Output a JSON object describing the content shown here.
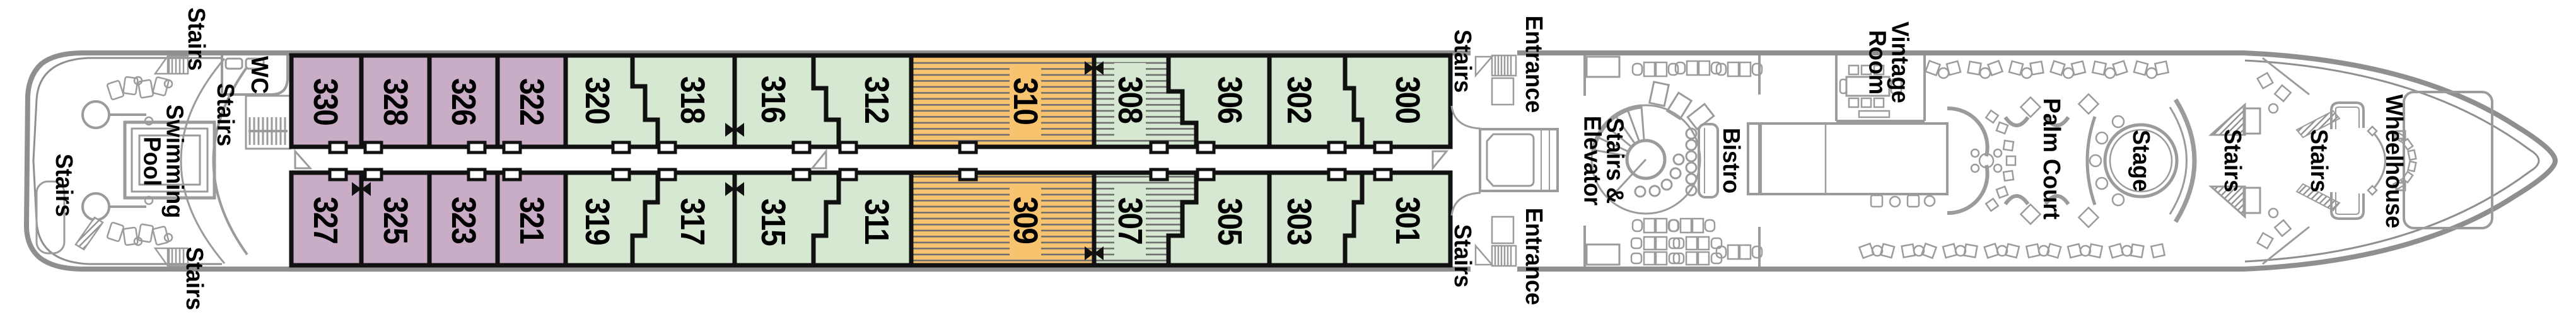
{
  "diagram_type": "cruise-ship deck plan, side rows of numbered staterooms with public rooms",
  "labels": {
    "stairs": "Stairs",
    "wc": "WC",
    "swimming_pool": "Swimming Pool",
    "entrance": "Entrance",
    "stairs_elevator": "Stairs & Elevator",
    "bistro": "Bistro",
    "vintage_room": "Vintage Room",
    "palm_court": "Palm Court",
    "stage": "Stage",
    "wheelhouse": "Wheelhouse"
  },
  "cabins": {
    "port_row": [
      "330",
      "328",
      "326",
      "322",
      "320",
      "318",
      "316",
      "312",
      "310",
      "308",
      "306",
      "302",
      "300"
    ],
    "starboard_row": [
      "327",
      "325",
      "323",
      "321",
      "319",
      "317",
      "315",
      "311",
      "309",
      "307",
      "305",
      "303",
      "301"
    ]
  },
  "cabin_categories": {
    "purple": [
      "330",
      "328",
      "326",
      "322",
      "327",
      "325",
      "323",
      "321"
    ],
    "green": [
      "320",
      "318",
      "316",
      "312",
      "306",
      "302",
      "300",
      "319",
      "317",
      "315",
      "311",
      "305",
      "303",
      "301"
    ],
    "green_striped": [
      "308",
      "307"
    ],
    "orange_striped": [
      "310",
      "309"
    ]
  },
  "colors": {
    "cabin_purple": "#c9acc5",
    "cabin_green": "#d6e8d1",
    "cabin_orange": "#f8c36e",
    "stripe_gray": "#6f6f6f",
    "structure_gray": "#8f8f8f",
    "wall_black": "#111111"
  },
  "icons": [
    "stairs-ladder-icon",
    "connecting-rooms-bowtie-icon",
    "elevator-icon",
    "spiral-stairs-icon"
  ]
}
